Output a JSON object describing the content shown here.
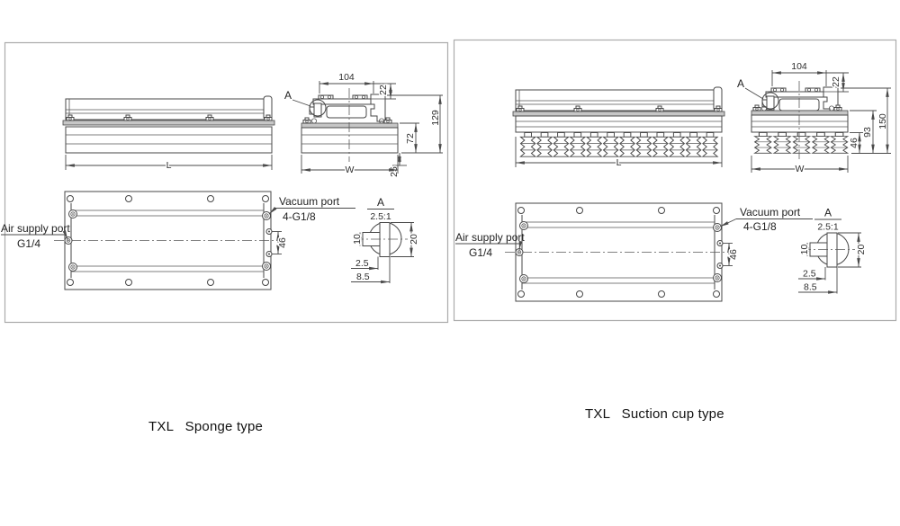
{
  "panels": {
    "sponge": {
      "caption": "TXL   Sponge type",
      "front": {
        "length": "L"
      },
      "side": {
        "width": "W",
        "d104": "104",
        "d22": "22",
        "d129": "129",
        "d72": "72",
        "d25": "25",
        "detail_ref": "A"
      },
      "top": {
        "vacuum_port": "Vacuum port",
        "vacuum_thread": "4-G1/8",
        "air_port": "Air supply port",
        "air_thread": "G1/4",
        "d46": "46"
      },
      "detail": {
        "label": "A",
        "scale": "2.5:1",
        "d10": "10",
        "d20": "20",
        "d2p5": "2.5",
        "d8p5": "8.5"
      }
    },
    "suction": {
      "caption": "TXL   Suction cup type",
      "front": {
        "length": "L"
      },
      "side": {
        "width": "W",
        "d104": "104",
        "d22": "22",
        "d150": "150",
        "d93": "93",
        "d46": "46",
        "detail_ref": "A"
      },
      "top": {
        "vacuum_port": "Vacuum port",
        "vacuum_thread": "4-G1/8",
        "air_port": "Air supply port",
        "air_thread": "G1/4",
        "d46": "46"
      },
      "detail": {
        "label": "A",
        "scale": "2.5:1",
        "d10": "10",
        "d20": "20",
        "d2p5": "2.5",
        "d8p5": "8.5"
      }
    }
  },
  "colors": {
    "line": "#474747",
    "band": "#c6c6c6",
    "panel_border": "#ababab",
    "text": "#2e2e2e"
  }
}
